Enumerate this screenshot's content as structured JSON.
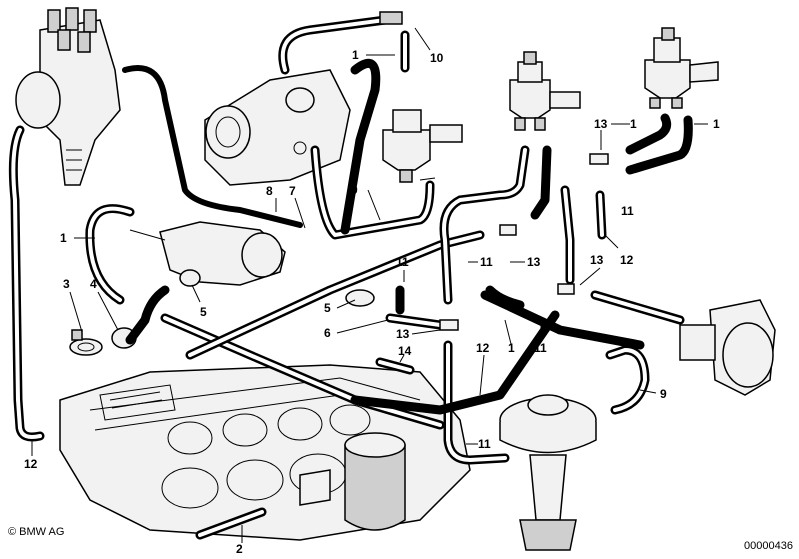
{
  "callouts": [
    {
      "id": "c1a",
      "text": "1"
    },
    {
      "id": "c10",
      "text": "10"
    },
    {
      "id": "c1b",
      "text": "1"
    },
    {
      "id": "c1c",
      "text": "1"
    },
    {
      "id": "c13a",
      "text": "13"
    },
    {
      "id": "c9a",
      "text": "9"
    },
    {
      "id": "c8",
      "text": "8"
    },
    {
      "id": "c7",
      "text": "7"
    },
    {
      "id": "c1d",
      "text": "1"
    },
    {
      "id": "c11a",
      "text": "11"
    },
    {
      "id": "c11b",
      "text": "11"
    },
    {
      "id": "c13b",
      "text": "13"
    },
    {
      "id": "c13c",
      "text": "13"
    },
    {
      "id": "c12a",
      "text": "12"
    },
    {
      "id": "c3",
      "text": "3"
    },
    {
      "id": "c4",
      "text": "4"
    },
    {
      "id": "c11c",
      "text": "11"
    },
    {
      "id": "c5a",
      "text": "5"
    },
    {
      "id": "c5b",
      "text": "5"
    },
    {
      "id": "c6",
      "text": "6"
    },
    {
      "id": "c13d",
      "text": "13"
    },
    {
      "id": "c1e",
      "text": "1"
    },
    {
      "id": "c11d",
      "text": "11"
    },
    {
      "id": "c14",
      "text": "14"
    },
    {
      "id": "c12b",
      "text": "12"
    },
    {
      "id": "c9b",
      "text": "9"
    },
    {
      "id": "c11e",
      "text": "11"
    },
    {
      "id": "c12c",
      "text": "12"
    },
    {
      "id": "c2",
      "text": "2"
    }
  ],
  "footer": {
    "copyright": "© BMW AG",
    "doc_number": "00000436"
  }
}
